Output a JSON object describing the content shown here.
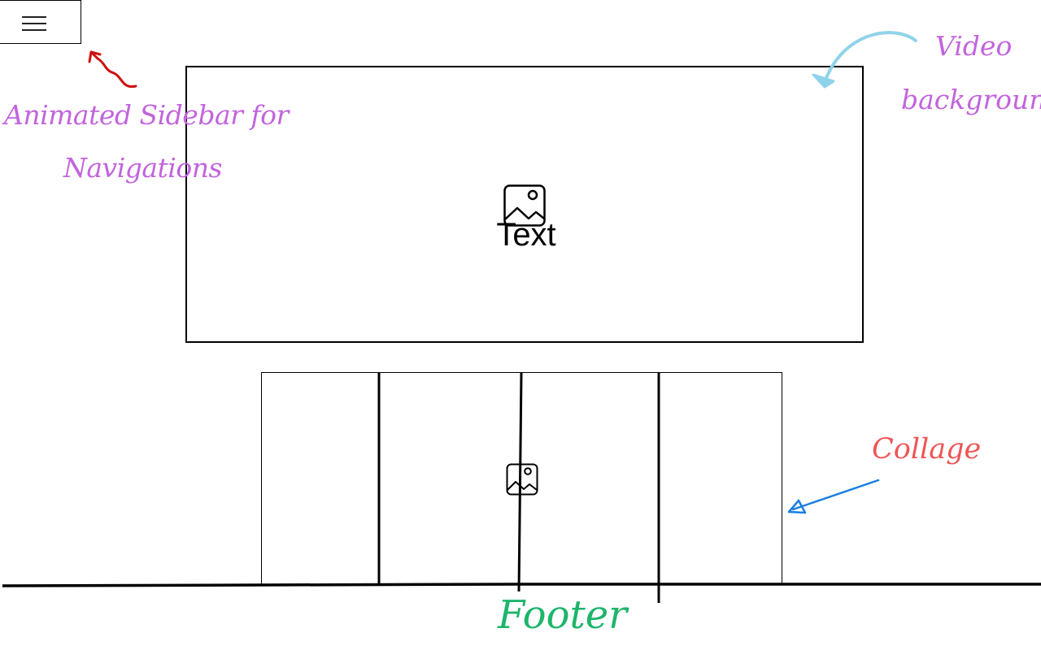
{
  "hero": {
    "text": "Text",
    "icon": "image-placeholder-icon"
  },
  "collage": {
    "icon": "image-placeholder-icon"
  },
  "menu": {
    "icon": "hamburger-menu-icon"
  },
  "annotations": {
    "sidebar_line1": "Animated Sidebar for",
    "sidebar_line2": "Navigations",
    "video_line1": "Video",
    "video_line2": "background",
    "collage": "Collage",
    "footer": "Footer"
  },
  "colors": {
    "sidebar_note": "#c264dd",
    "video_note": "#c264dd",
    "collage_note": "#ee5555",
    "footer_note": "#1db56a",
    "sidebar_arrow": "#cc1111",
    "video_arrow": "#8fd3ea",
    "collage_arrow": "#1a7fe0"
  }
}
